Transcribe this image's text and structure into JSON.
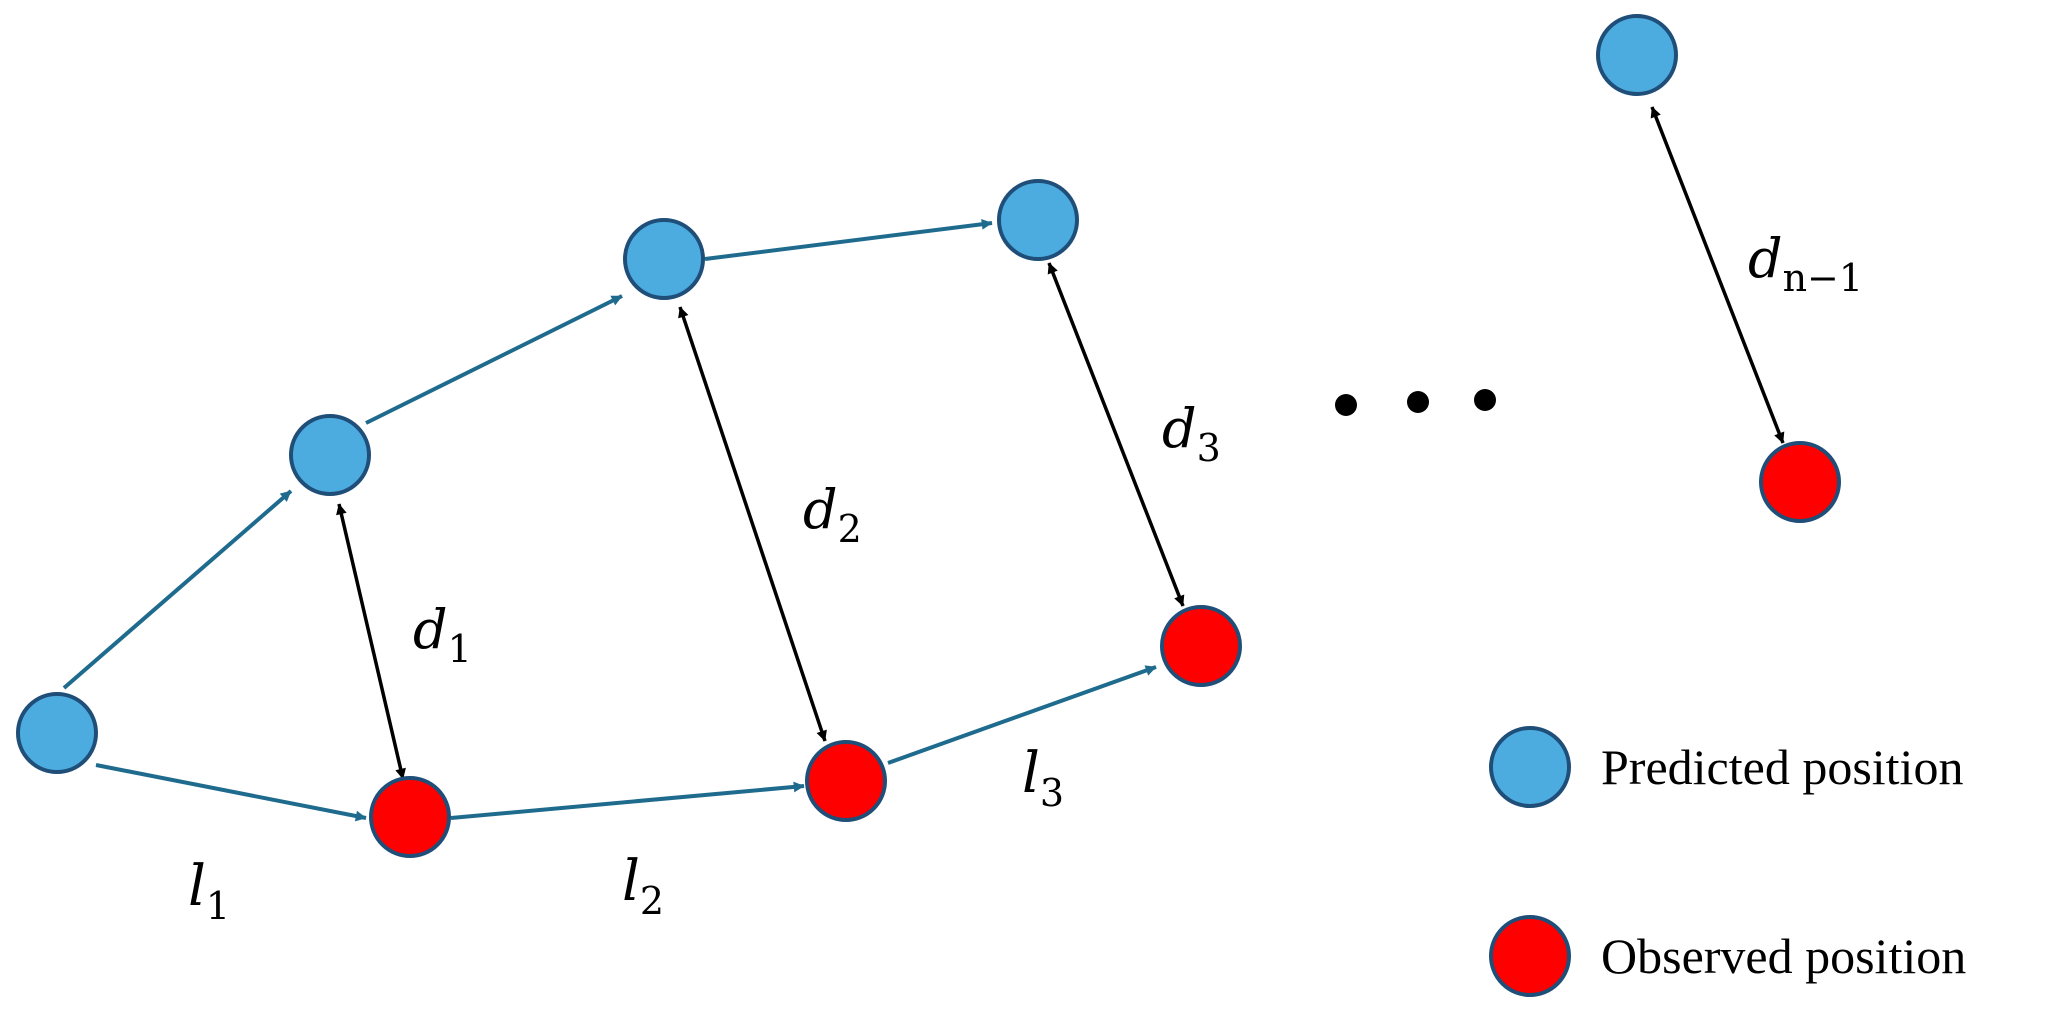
{
  "colors": {
    "predicted_fill": "#4cacdf",
    "observed_fill": "#ff0000",
    "node_stroke": "#1f4e79",
    "trajectory_arrow": "#1f6b8e",
    "distance_arrow": "#000000"
  },
  "labels": {
    "l1": {
      "base": "l",
      "sub": "1"
    },
    "l2": {
      "base": "l",
      "sub": "2"
    },
    "l3": {
      "base": "l",
      "sub": "3"
    },
    "d1": {
      "base": "d",
      "sub": "1"
    },
    "d2": {
      "base": "d",
      "sub": "2"
    },
    "d3": {
      "base": "d",
      "sub": "3"
    },
    "dn1": {
      "base": "d",
      "sub": "n−1"
    }
  },
  "legend": {
    "predicted": "Predicted position",
    "observed": "Observed position"
  }
}
